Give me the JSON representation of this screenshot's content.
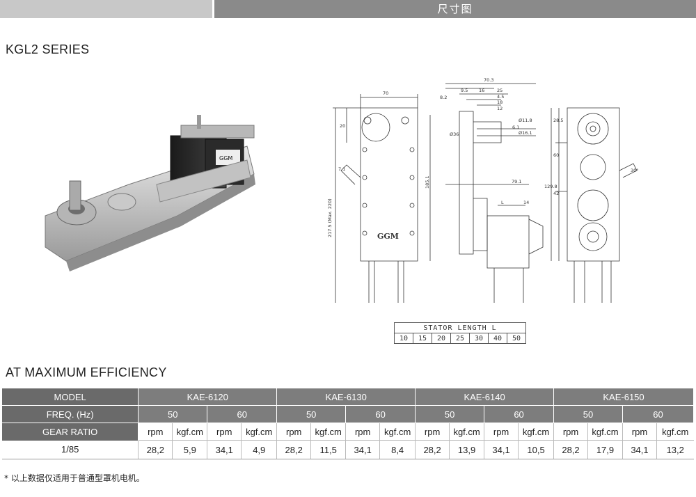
{
  "header": {
    "title": "尺寸图"
  },
  "series_title": "KGL2 SERIES",
  "drawing": {
    "dims": [
      "70.3",
      "70",
      "9.5",
      "16",
      "25",
      "8.2",
      "4.5",
      "18",
      "12",
      "Ø11.8",
      "Ø16.1",
      "6.1",
      "20",
      "Ø36",
      "7.1",
      "217.5 (Max. 220)",
      "185.1",
      "79.1",
      "L",
      "14",
      "28.5",
      "60",
      "129.8",
      "42",
      "30°"
    ],
    "brand": "GGM"
  },
  "photo": {
    "brand": "GGM"
  },
  "stator": {
    "header": "STATOR LENGTH L",
    "values": [
      "10",
      "15",
      "20",
      "25",
      "30",
      "40",
      "50"
    ]
  },
  "efficiency_title": "AT MAXIMUM EFFICIENCY",
  "table": {
    "model_label": "MODEL",
    "freq_label": "FREQ. (Hz)",
    "ratio_label": "GEAR RATIO",
    "models": [
      "KAE-6120",
      "KAE-6130",
      "KAE-6140",
      "KAE-6150"
    ],
    "freqs": [
      "50",
      "60"
    ],
    "units": [
      "rpm",
      "kgf.cm"
    ],
    "rows": [
      {
        "ratio": "1/85",
        "values": [
          "28,2",
          "5,9",
          "34,1",
          "4,9",
          "28,2",
          "11,5",
          "34,1",
          "8,4",
          "28,2",
          "13,9",
          "34,1",
          "10,5",
          "28,2",
          "17,9",
          "34,1",
          "13,2"
        ]
      }
    ]
  },
  "note": "* 以上数据仅适用于普通型罩机电机。"
}
